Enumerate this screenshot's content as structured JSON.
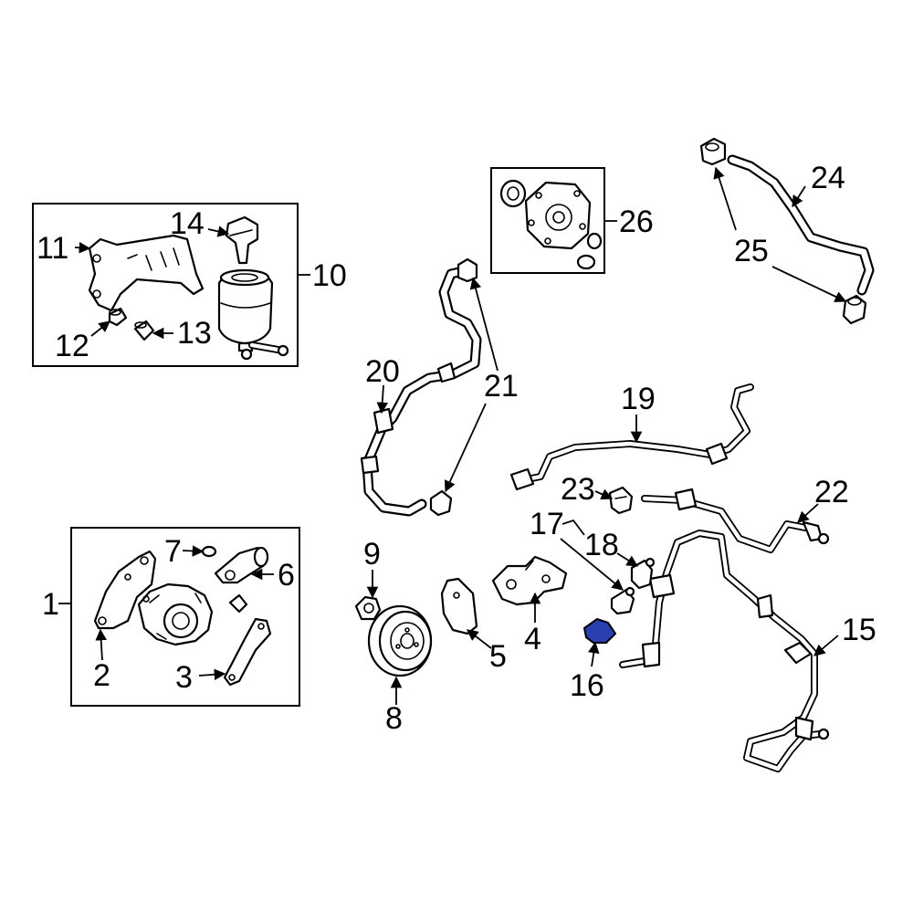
{
  "diagram": {
    "highlight_color": "#2a3fb0",
    "callouts": [
      {
        "id": "c1",
        "text": "1"
      },
      {
        "id": "c2",
        "text": "2"
      },
      {
        "id": "c3",
        "text": "3"
      },
      {
        "id": "c4",
        "text": "4"
      },
      {
        "id": "c5",
        "text": "5"
      },
      {
        "id": "c6",
        "text": "6"
      },
      {
        "id": "c7",
        "text": "7"
      },
      {
        "id": "c8",
        "text": "8"
      },
      {
        "id": "c9",
        "text": "9"
      },
      {
        "id": "c10",
        "text": "10"
      },
      {
        "id": "c11",
        "text": "11"
      },
      {
        "id": "c12",
        "text": "12"
      },
      {
        "id": "c13",
        "text": "13"
      },
      {
        "id": "c14",
        "text": "14"
      },
      {
        "id": "c15",
        "text": "15"
      },
      {
        "id": "c16",
        "text": "16"
      },
      {
        "id": "c17",
        "text": "17"
      },
      {
        "id": "c18",
        "text": "18"
      },
      {
        "id": "c19",
        "text": "19"
      },
      {
        "id": "c20",
        "text": "20"
      },
      {
        "id": "c21",
        "text": "21"
      },
      {
        "id": "c22",
        "text": "22"
      },
      {
        "id": "c23",
        "text": "23"
      },
      {
        "id": "c24",
        "text": "24"
      },
      {
        "id": "c25",
        "text": "25"
      },
      {
        "id": "c26",
        "text": "26"
      }
    ]
  }
}
